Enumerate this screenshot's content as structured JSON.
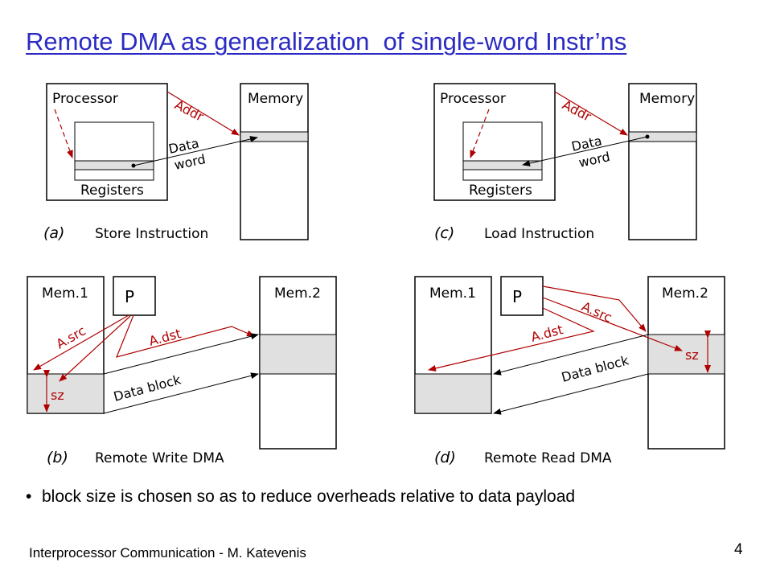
{
  "title": "Remote DMA as generalization  of single-word Instr’ns",
  "panels": {
    "a": {
      "processor": "Processor",
      "registers": "Registers",
      "memory": "Memory",
      "addr": "Addr",
      "data_line1": "Data",
      "data_line2": "word",
      "letter": "(a)",
      "caption": "Store Instruction"
    },
    "c": {
      "processor": "Processor",
      "registers": "Registers",
      "memory": "Memory",
      "addr": "Addr",
      "data_line1": "Data",
      "data_line2": "word",
      "letter": "(c)",
      "caption": "Load Instruction"
    },
    "b": {
      "mem1": "Mem.1",
      "mem2": "Mem.2",
      "p": "P",
      "asrc": "A.src",
      "adst": "A.dst",
      "sz": "sz",
      "data_block": "Data block",
      "letter": "(b)",
      "caption": "Remote Write DMA"
    },
    "d": {
      "mem1": "Mem.1",
      "mem2": "Mem.2",
      "p": "P",
      "asrc": "A.src",
      "adst": "A.dst",
      "sz": "sz",
      "data_block": "Data block",
      "letter": "(d)",
      "caption": "Remote Read DMA"
    }
  },
  "bullet": "block size is chosen so as to reduce overheads relative to data payload",
  "footer": "Interprocessor Communication - M. Katevenis",
  "page_number": "4",
  "colors": {
    "title": "#2b2bc4",
    "arrow": "#b00000",
    "shade": "#e0e0e0"
  }
}
